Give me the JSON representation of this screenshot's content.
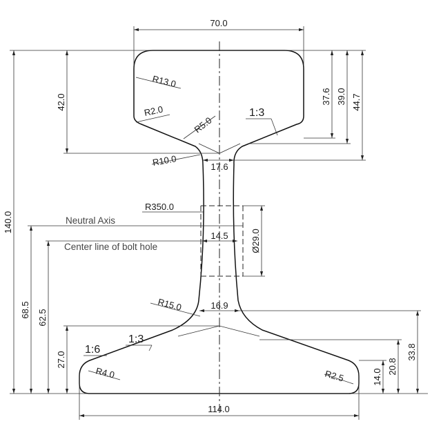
{
  "dimensions": {
    "head_width": "70.0",
    "base_width": "114.0",
    "total_height": "140.0",
    "head_depth": "42.0",
    "head_h1": "37.6",
    "head_h2": "39.0",
    "head_h3": "44.7",
    "web_top": "17.6",
    "web_mid": "14.5",
    "web_bottom": "16.9",
    "bolt_hole": "Ø29.0",
    "neutral_axis_height": "68.5",
    "bolt_line_height": "62.5",
    "foot_height": "27.0",
    "foot_h1": "14.0",
    "foot_h2": "20.8",
    "foot_h3": "33.8"
  },
  "radii": {
    "r13": "R13.0",
    "r2": "R2.0",
    "r5": "R5.0",
    "r10": "R10.0",
    "r350": "R350.0",
    "r15": "R15.0",
    "r4": "R4.0",
    "r25": "R2.5"
  },
  "slopes": {
    "head": "1:3",
    "foot_a": "1:6",
    "foot_b": "1:3"
  },
  "labels": {
    "neutral_axis": "Neutral Axis",
    "bolt_center": "Center line of bolt hole"
  }
}
